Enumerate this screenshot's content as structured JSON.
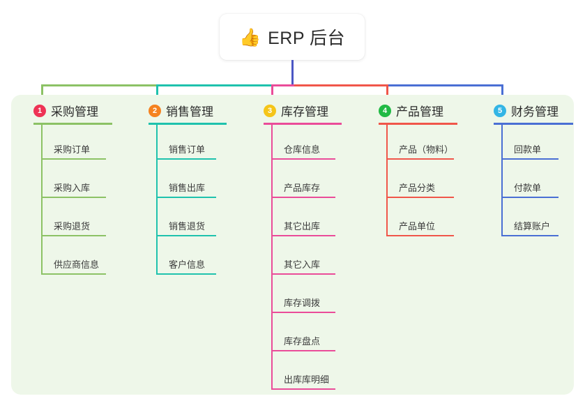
{
  "root": {
    "emoji": "👍",
    "emoji_name": "thumbs-up-icon",
    "title": "ERP 后台"
  },
  "theme": {
    "page_background": "#ffffff",
    "panel_background": "#eef7e9",
    "card_background": "#ffffff",
    "trunk_color": "#4b57c4",
    "text_color": "#2b2b2b",
    "leaf_text_color": "#3b3b3b"
  },
  "branches": [
    {
      "index": "1",
      "title": "采购管理",
      "badge_color": "#ee3355",
      "line_color": "#8cc265",
      "items": [
        {
          "label": "采购订单"
        },
        {
          "label": "采购入库"
        },
        {
          "label": "采购退货"
        },
        {
          "label": "供应商信息"
        }
      ]
    },
    {
      "index": "2",
      "title": "销售管理",
      "badge_color": "#f5821f",
      "line_color": "#1fc2ad",
      "items": [
        {
          "label": "销售订单"
        },
        {
          "label": "销售出库"
        },
        {
          "label": "销售退货"
        },
        {
          "label": "客户信息"
        }
      ]
    },
    {
      "index": "3",
      "title": "库存管理",
      "badge_color": "#f5c518",
      "line_color": "#ea4c99",
      "items": [
        {
          "label": "仓库信息"
        },
        {
          "label": "产品库存"
        },
        {
          "label": "其它出库"
        },
        {
          "label": "其它入库"
        },
        {
          "label": "库存调拨"
        },
        {
          "label": "库存盘点"
        },
        {
          "label": "出库库明细"
        }
      ]
    },
    {
      "index": "4",
      "title": "产品管理",
      "badge_color": "#21ba45",
      "line_color": "#f0564a",
      "items": [
        {
          "label": "产品（物料）"
        },
        {
          "label": "产品分类"
        },
        {
          "label": "产品单位"
        }
      ]
    },
    {
      "index": "5",
      "title": "财务管理",
      "badge_color": "#33b5e5",
      "line_color": "#4a6fd4",
      "items": [
        {
          "label": "回款单"
        },
        {
          "label": "付款单"
        },
        {
          "label": "结算账户"
        }
      ]
    }
  ]
}
